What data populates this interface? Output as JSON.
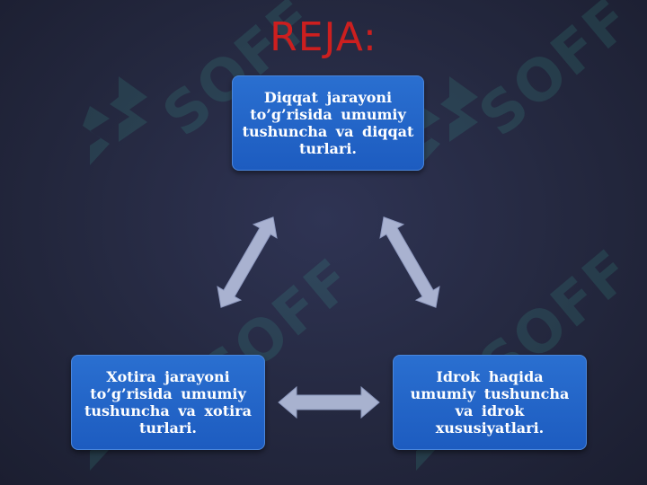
{
  "slide": {
    "title": "REJA:",
    "watermark_text": "SOFF",
    "nodes": [
      {
        "id": "top",
        "text": "Diqqat   jarayoni\nto’g’risida  umumiy\ntushuncha  va  diqqat\nturlari."
      },
      {
        "id": "bottom-left",
        "text": "Xotira  jarayoni\nto’g’risida  umumiy\ntushuncha  va  xotira\nturlari."
      },
      {
        "id": "bottom-right",
        "text": "Idrok  haqida\numumiy  tushuncha\nva  idrok\nxususiyatlari."
      }
    ],
    "arrows": [
      {
        "from": "top",
        "to": "bottom-left",
        "type": "double-headed"
      },
      {
        "from": "top",
        "to": "bottom-right",
        "type": "double-headed"
      },
      {
        "from": "bottom-left",
        "to": "bottom-right",
        "type": "double-headed"
      }
    ]
  },
  "colors": {
    "title": "#cc1f1f",
    "box_fill": "#2267c8",
    "arrow_fill": "#b7c1df",
    "background": "#262a42",
    "watermark": "#3fb9a0"
  }
}
